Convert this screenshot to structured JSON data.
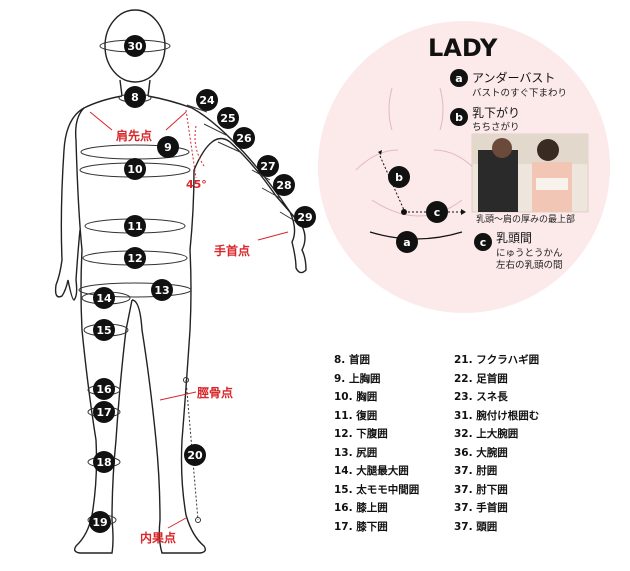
{
  "figure_labels": {
    "shoulder_point": "肩先点",
    "wrist_point": "手首点",
    "tibia_point": "脛骨点",
    "inner_ankle_point": "内果点",
    "angle": "45°"
  },
  "markers": [
    "30",
    "8",
    "24",
    "25",
    "26",
    "9",
    "10",
    "27",
    "28",
    "29",
    "11",
    "12",
    "13",
    "14",
    "15",
    "16",
    "17",
    "18",
    "19",
    "20"
  ],
  "lady_panel": {
    "title": "LADY",
    "markers": {
      "a": "a",
      "b": "b",
      "c": "c"
    },
    "items": [
      {
        "letter": "a",
        "name": "アンダーバスト",
        "desc": "バストのすぐ下まわり"
      },
      {
        "letter": "b",
        "name": "乳下がり",
        "desc": "ちちさがり"
      },
      {
        "letter": "c",
        "name": "乳頭間",
        "desc": "にゅうとうかん",
        "desc2": "左右の乳頭の間"
      }
    ],
    "photo_caption": "乳頭～肩の厚みの最上部"
  },
  "legend": {
    "left": [
      "8. 首囲",
      "9. 上胸囲",
      "10. 胸囲",
      "11. 復囲",
      "12. 下腹囲",
      "13. 尻囲",
      "14. 大腿最大囲",
      "15. 太モモ中間囲",
      "16. 膝上囲",
      "17. 膝下囲"
    ],
    "right": [
      "21. フクラハギ囲",
      "22. 足首囲",
      "23. スネ長",
      "31. 腕付け根囲む",
      "32. 上大腕囲",
      "36. 大腕囲",
      "37. 肘囲",
      "37. 肘下囲",
      "37. 手首囲",
      "37. 頭囲"
    ]
  },
  "colors": {
    "accent_red": "#d8262a",
    "panel_pink": "#fce9ea",
    "marker_black": "#111111"
  }
}
